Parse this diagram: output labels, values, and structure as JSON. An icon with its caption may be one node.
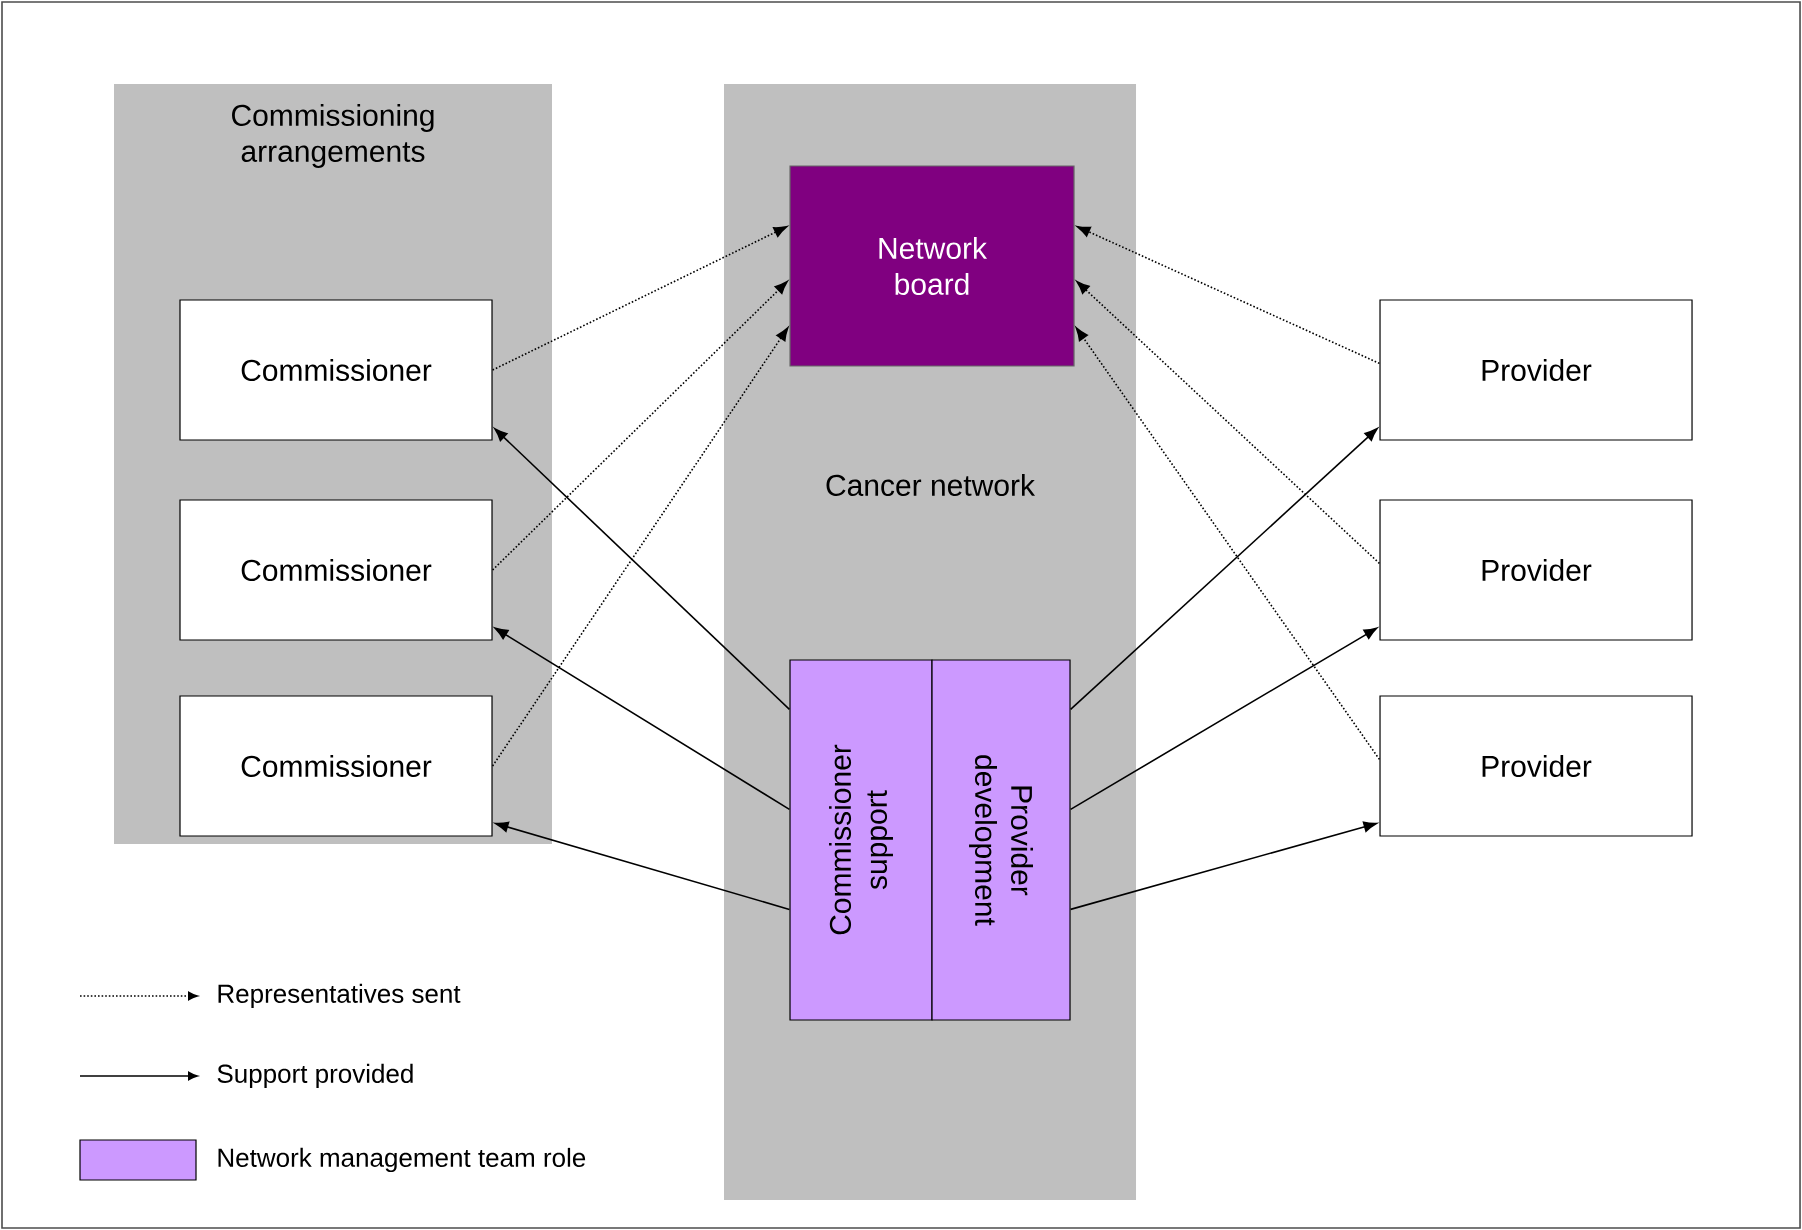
{
  "diagram": {
    "nodes": [
      {
        "text": [
          "Commissioning arrangements"
        ]
      },
      {
        "text": [
          "Commissioner"
        ],
        "in": 0
      },
      {
        "text": [
          "Commissioner"
        ],
        "in": 0
      },
      {
        "text": [
          "Commissioner"
        ],
        "in": 0
      },
      {
        "text": [
          "Cancer network"
        ]
      },
      {
        "text": [
          "Network board"
        ],
        "in": 4
      },
      {
        "text": [
          "Commissioner support"
        ],
        "in": 4
      },
      {
        "text": [
          "Provider development"
        ],
        "in": 4
      },
      {
        "text": [
          "Provider"
        ]
      },
      {
        "text": [
          "Provider"
        ]
      },
      {
        "text": [
          "Provider"
        ]
      }
    ],
    "edges": [
      {
        "from": 1,
        "to": 5,
        "arrow": "to",
        "style": "dashed"
      },
      {
        "from": 2,
        "to": 5,
        "arrow": "to",
        "style": "dashed"
      },
      {
        "from": 3,
        "to": 5,
        "arrow": "to",
        "style": "dashed"
      },
      {
        "from": 8,
        "to": 5,
        "arrow": "to",
        "style": "dashed"
      },
      {
        "from": 9,
        "to": 5,
        "arrow": "to",
        "style": "dashed"
      },
      {
        "from": 10,
        "to": 5,
        "arrow": "to",
        "style": "dashed"
      },
      {
        "from": 6,
        "to": 1,
        "arrow": "to"
      },
      {
        "from": 6,
        "to": 2,
        "arrow": "to"
      },
      {
        "from": 6,
        "to": 3,
        "arrow": "to"
      },
      {
        "from": 7,
        "to": 8,
        "arrow": "to"
      },
      {
        "from": 7,
        "to": 9,
        "arrow": "to"
      },
      {
        "from": 7,
        "to": 10,
        "arrow": "to"
      }
    ],
    "legend": [
      {
        "text": "Representatives sent"
      },
      {
        "text": "Support provided"
      },
      {
        "text": "Network management team role",
        "color": "#cc99ff"
      }
    ]
  }
}
